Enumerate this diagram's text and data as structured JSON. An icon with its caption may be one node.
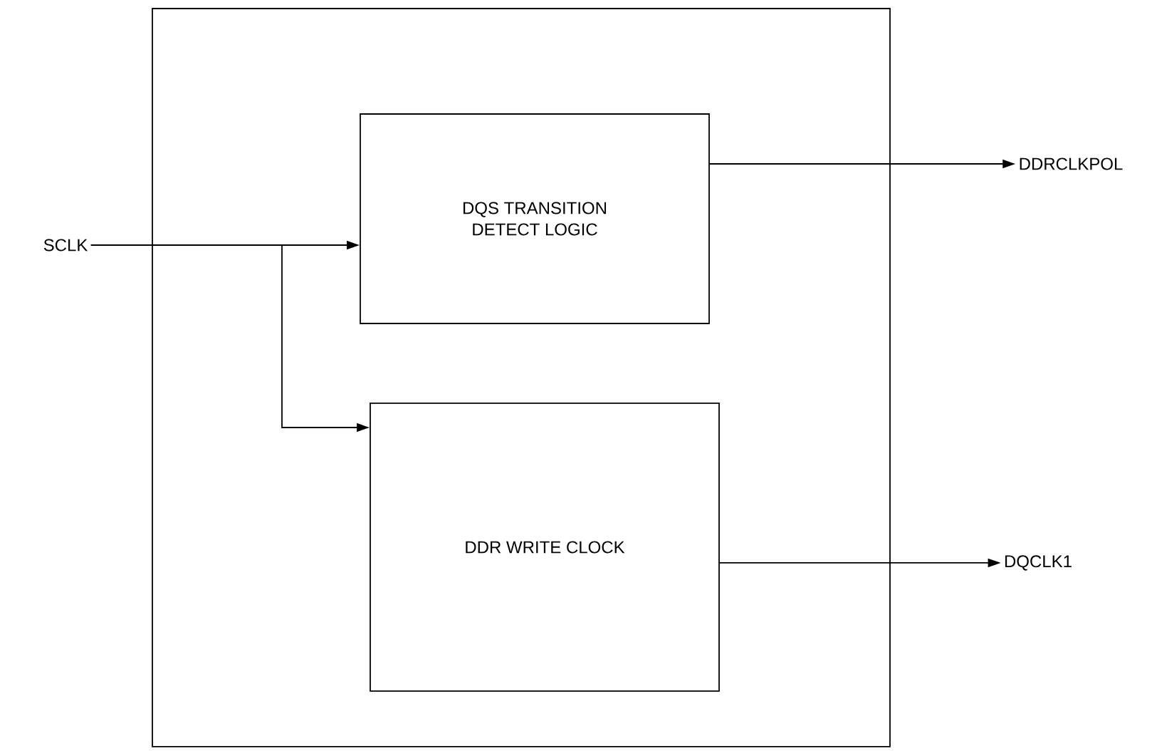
{
  "diagram": {
    "nodes": [
      {
        "text": [],
        "shape": "box"
      },
      {
        "text": [
          "DQS TRANSITION DETECT LOGIC"
        ],
        "in": 0
      },
      {
        "text": [
          "DDR WRITE CLOCK"
        ],
        "in": 0
      },
      {
        "text": [
          "SCLK"
        ]
      },
      {
        "text": [
          "DDRCLKPOL"
        ]
      },
      {
        "text": [
          "DQCLK1"
        ]
      }
    ],
    "edges": [
      {
        "from": 3,
        "to": 1,
        "arrow": "to"
      },
      {
        "from": 3,
        "to": 2,
        "arrow": "to"
      },
      {
        "from": 1,
        "to": 4,
        "arrow": "to"
      },
      {
        "from": 2,
        "to": 5,
        "arrow": "to"
      }
    ]
  }
}
